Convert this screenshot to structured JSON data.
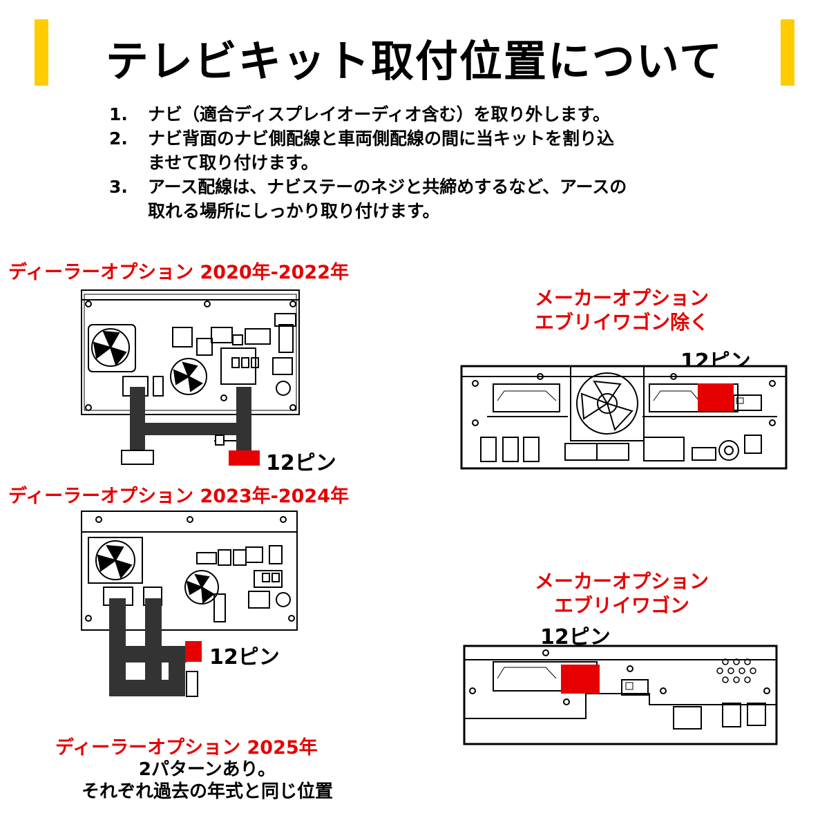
{
  "title": "テレビキット取付位置について",
  "accent_color": "#ffcc00",
  "label_color": "#e60000",
  "steps": [
    {
      "num": "1.",
      "lines": [
        "ナビ（適合ディスプレイオーディオ含む）を取り外します。"
      ]
    },
    {
      "num": "2.",
      "lines": [
        "ナビ背面のナビ側配線と車両側配線の間に当キットを割り込",
        "ませて取り付けます。"
      ]
    },
    {
      "num": "3.",
      "lines": [
        "アース配線は、ナビステーのネジと共締めするなど、アースの",
        "取れる場所にしっかり取り付けます。"
      ]
    }
  ],
  "sections": {
    "dealer_2020": {
      "heading": "ディーラーオプション 2020年-2022年",
      "pin_label": "12ピン"
    },
    "dealer_2023": {
      "heading": "ディーラーオプション 2023年-2024年",
      "pin_label": "12ピン"
    },
    "dealer_2025": {
      "heading": "ディーラーオプション 2025年",
      "note_lines": [
        "2パターンあり。",
        "それぞれ過去の年式と同じ位置"
      ]
    },
    "maker_excl": {
      "heading_lines": [
        "メーカーオプション",
        "エブリイワゴン除く"
      ],
      "pin_label": "12ピン"
    },
    "maker_wagon": {
      "heading_lines": [
        "メーカーオプション",
        "エブリイワゴン"
      ],
      "pin_label": "12ピン"
    }
  }
}
